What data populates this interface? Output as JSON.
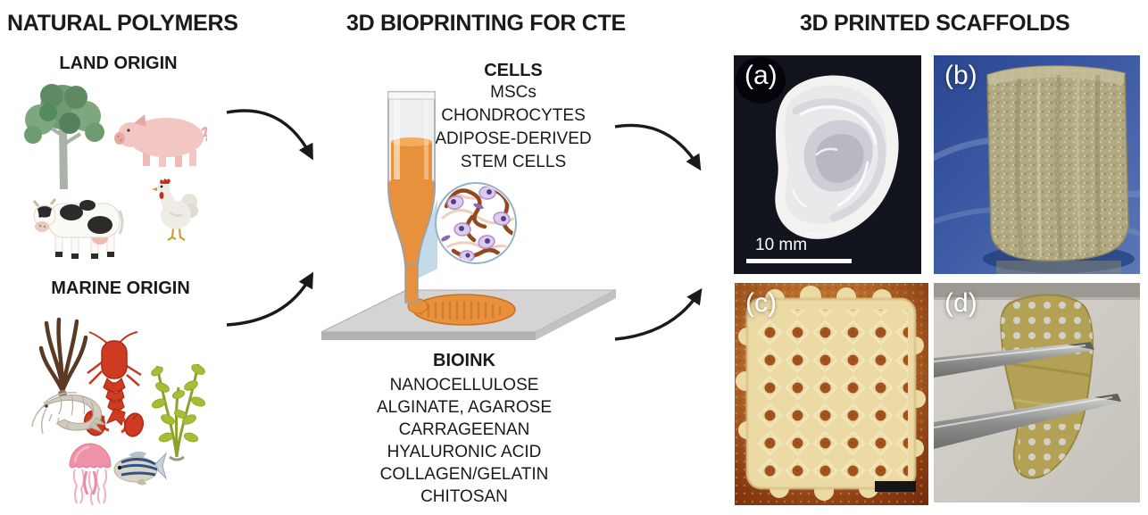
{
  "figure": {
    "left": {
      "title": "NATURAL POLYMERS",
      "land": {
        "label": "LAND ORIGIN",
        "illustrations": [
          "tree",
          "pig",
          "cow",
          "rooster"
        ]
      },
      "marine": {
        "label": "MARINE ORIGIN",
        "illustrations": [
          "brown-seaweed",
          "lobster",
          "green-seaweed",
          "shrimp",
          "jellyfish",
          "striped-fish"
        ]
      }
    },
    "center": {
      "title": "3D BIOPRINTING FOR CTE",
      "cells_heading": "CELLS",
      "cells_lines": [
        "MSCs",
        "CHONDROCYTES",
        "ADIPOSE-DERIVED",
        "STEM CELLS"
      ],
      "bioink_heading": "BIOINK",
      "bioink_lines": [
        "NANOCELLULOSE",
        "ALGINATE, AGAROSE",
        "CARRAGEENAN",
        "HYALURONIC ACID",
        "COLLAGEN/GELATIN",
        "CHITOSAN"
      ]
    },
    "right": {
      "title": "3D PRINTED SCAFFOLDS",
      "photos": [
        {
          "label": "(a)",
          "scale_bar": "10 mm"
        },
        {
          "label": "(b)"
        },
        {
          "label": "(c)"
        },
        {
          "label": "(d)"
        }
      ]
    },
    "colors": {
      "bioink_orange": "#E8913C",
      "arrow_black": "#1A1A1A",
      "photo_a_bg": "#0E1018",
      "photo_b_bg": "#33539E",
      "photo_c_bg": "#A2521C",
      "photo_d_bg": "#D3D0C9"
    }
  }
}
